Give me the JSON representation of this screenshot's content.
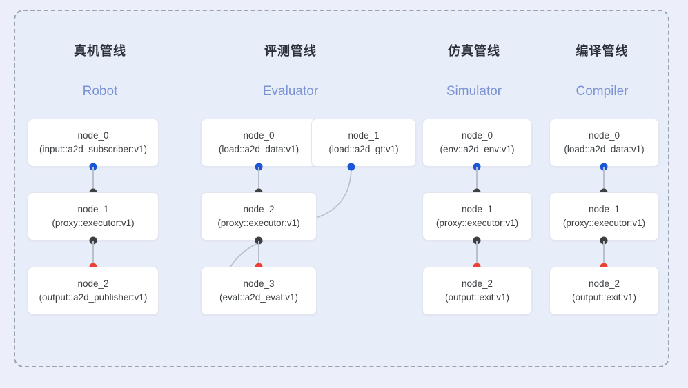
{
  "diagram": {
    "title_zh_columns": [
      "真机管线",
      "评测管线",
      "仿真管线",
      "编译管线"
    ],
    "colors": {
      "background": "#eceffa",
      "panel": "#e8edfa",
      "frame_border": "#9aa3b4",
      "node_bg": "#ffffff",
      "node_border": "#e3e6ec",
      "title_text": "#2b3038",
      "subtitle_text": "#7b93d4",
      "node_text": "#3c4043",
      "port_input": "#1a56d6",
      "port_internal": "#3c4043",
      "port_output": "#ea4335",
      "edge_line": "#b9bfcc"
    }
  },
  "columns": [
    {
      "title": "真机管线",
      "subtitle": "Robot",
      "nodes": [
        {
          "name": "node_0",
          "spec": "(input::a2d_subscriber:v1)"
        },
        {
          "name": "node_1",
          "spec": "(proxy::executor:v1)"
        },
        {
          "name": "node_2",
          "spec": "(output::a2d_publisher:v1)"
        }
      ]
    },
    {
      "title": "评测管线",
      "subtitle": "Evaluator",
      "nodes": [
        {
          "name": "node_0",
          "spec": "(load::a2d_data:v1)"
        },
        {
          "name": "node_1",
          "spec": "(load::a2d_gt:v1)"
        },
        {
          "name": "node_2",
          "spec": "(proxy::executor:v1)"
        },
        {
          "name": "node_3",
          "spec": "(eval::a2d_eval:v1)"
        }
      ]
    },
    {
      "title": "仿真管线",
      "subtitle": "Simulator",
      "nodes": [
        {
          "name": "node_0",
          "spec": "(env::a2d_env:v1)"
        },
        {
          "name": "node_1",
          "spec": "(proxy::executor:v1)"
        },
        {
          "name": "node_2",
          "spec": "(output::exit:v1)"
        }
      ]
    },
    {
      "title": "编译管线",
      "subtitle": "Compiler",
      "nodes": [
        {
          "name": "node_0",
          "spec": "(load::a2d_data:v1)"
        },
        {
          "name": "node_1",
          "spec": "(proxy::executor:v1)"
        },
        {
          "name": "node_2",
          "spec": "(output::exit:v1)"
        }
      ]
    }
  ]
}
